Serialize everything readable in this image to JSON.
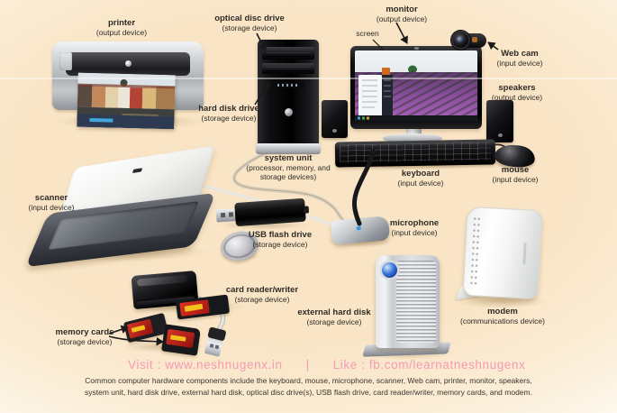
{
  "colors": {
    "background_peach": "#f9e5c6",
    "label_text": "#2f2b26",
    "watermark_pink": "#f48cb0",
    "caption_text": "#3b362e",
    "hdd_button_blue": "#3a78dc"
  },
  "labels": {
    "printer": {
      "name": "printer",
      "type": "(output device)"
    },
    "optical_disc_drive": {
      "name": "optical disc drive",
      "type": "(storage device)"
    },
    "monitor": {
      "name": "monitor",
      "type": "(output device)"
    },
    "screen": {
      "name": "screen"
    },
    "web_cam": {
      "name": "Web cam",
      "type": "(input device)"
    },
    "speakers": {
      "name": "speakers",
      "type": "(output device)"
    },
    "hard_disk_drive": {
      "name": "hard disk drive",
      "type": "(storage device)"
    },
    "system_unit": {
      "name": "system unit",
      "type": "(processor, memory, and storage devices)"
    },
    "keyboard": {
      "name": "keyboard",
      "type": "(input device)"
    },
    "mouse": {
      "name": "mouse",
      "type": "(input device)"
    },
    "scanner": {
      "name": "scanner",
      "type": "(input device)"
    },
    "usb_flash_drive": {
      "name": "USB flash drive",
      "type": "(storage device)"
    },
    "microphone": {
      "name": "microphone",
      "type": "(input device)"
    },
    "card_reader_writer": {
      "name": "card reader/writer",
      "type": "(storage device)"
    },
    "memory_cards": {
      "name": "memory cards",
      "type": "(storage device)"
    },
    "external_hard_disk": {
      "name": "external hard disk",
      "type": "(storage device)"
    },
    "modem": {
      "name": "modem",
      "type": "(communications device)"
    }
  },
  "watermark": {
    "visit": "Visit : www.neshnugenx.in",
    "separator": "|",
    "like": "Like : fb.com/learnatneshnugenx"
  },
  "caption_lines": [
    "Common computer hardware components include the keyboard, mouse, microphone, scanner, Web cam, printer, monitor, speakers,",
    "system unit, hard disk drive, external hard disk, optical disc drive(s), USB flash drive, card reader/writer, memory cards, and modem."
  ]
}
